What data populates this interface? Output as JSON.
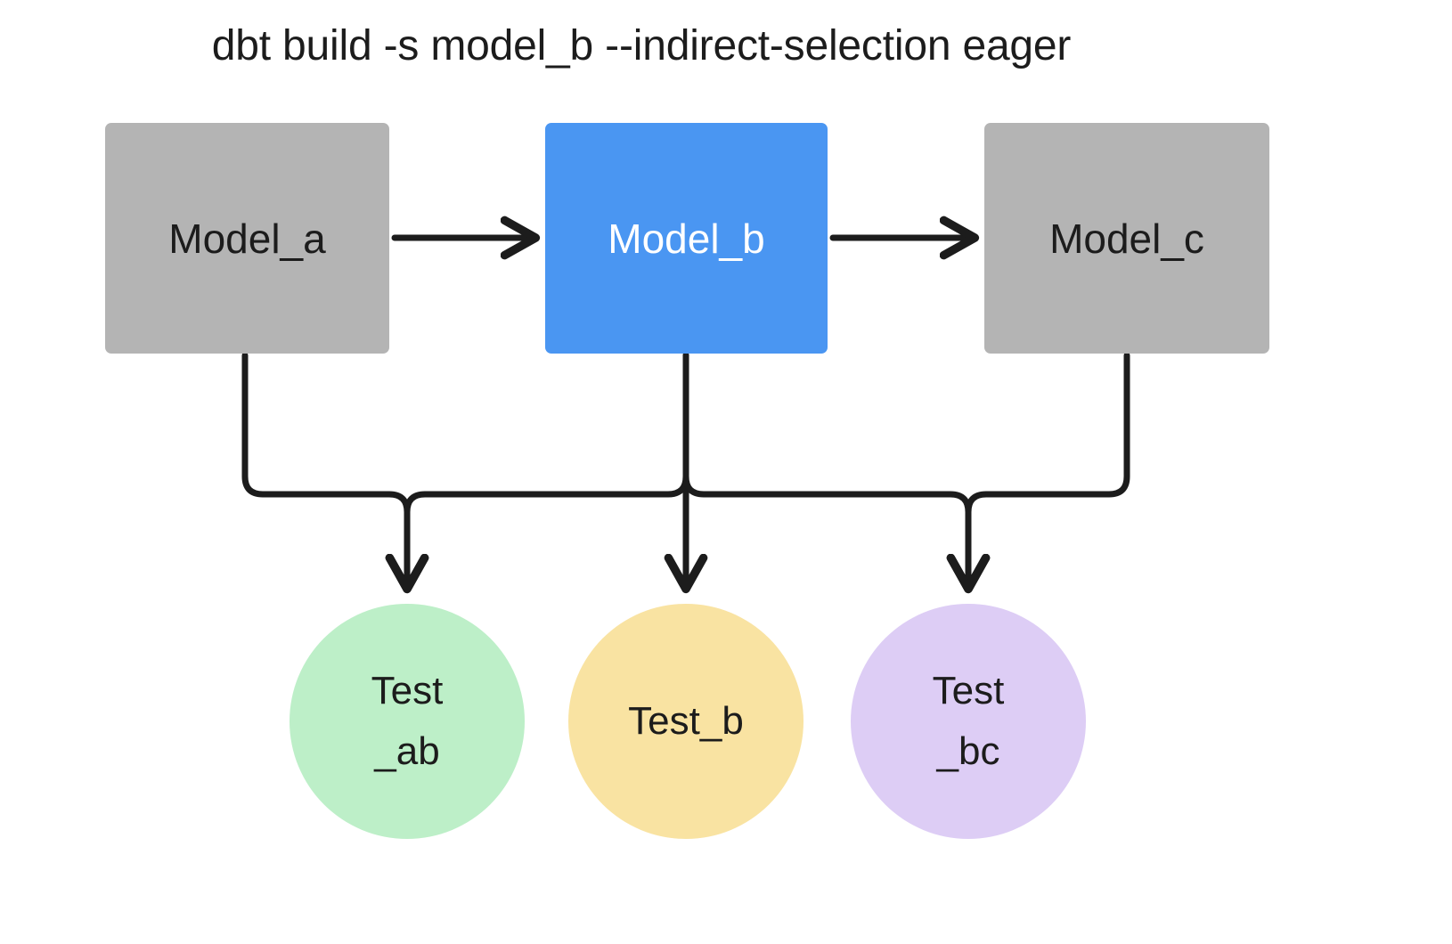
{
  "title": "dbt build -s model_b --indirect-selection eager",
  "colors": {
    "background": "#ffffff",
    "model_default": "#b4b4b4",
    "model_selected": "#4a96f2",
    "test_ab": "#bdefc8",
    "test_b": "#f9e3a2",
    "test_bc": "#ddcdf5",
    "edge": "#1c1c1c",
    "text_dark": "#1c1c1c",
    "text_light": "#ffffff"
  },
  "nodes": {
    "models": [
      {
        "id": "model_a",
        "label": "Model_a",
        "shape": "rectangle",
        "fill": "#b4b4b4",
        "text_color": "#1c1c1c",
        "selected": false
      },
      {
        "id": "model_b",
        "label": "Model_b",
        "shape": "rectangle",
        "fill": "#4a96f2",
        "text_color": "#ffffff",
        "selected": true
      },
      {
        "id": "model_c",
        "label": "Model_c",
        "shape": "rectangle",
        "fill": "#b4b4b4",
        "text_color": "#1c1c1c",
        "selected": false
      }
    ],
    "tests": [
      {
        "id": "test_ab",
        "label": "Test_ab",
        "line1": "Test",
        "line2": "_ab",
        "shape": "circle",
        "fill": "#bdefc8",
        "text_color": "#1c1c1c"
      },
      {
        "id": "test_b",
        "label": "Test_b",
        "line1": "Test_b",
        "line2": "",
        "shape": "circle",
        "fill": "#f9e3a2",
        "text_color": "#1c1c1c"
      },
      {
        "id": "test_bc",
        "label": "Test_bc",
        "line1": "Test",
        "line2": "_bc",
        "shape": "circle",
        "fill": "#ddcdf5",
        "text_color": "#1c1c1c"
      }
    ]
  },
  "edges": [
    {
      "from": "model_a",
      "to": "model_b",
      "style": "straight-arrow"
    },
    {
      "from": "model_b",
      "to": "model_c",
      "style": "straight-arrow"
    },
    {
      "from": "model_a",
      "to": "test_ab",
      "style": "elbow-arrow"
    },
    {
      "from": "model_b",
      "to": "test_ab",
      "style": "elbow-arrow"
    },
    {
      "from": "model_b",
      "to": "test_b",
      "style": "straight-arrow"
    },
    {
      "from": "model_b",
      "to": "test_bc",
      "style": "elbow-arrow"
    },
    {
      "from": "model_c",
      "to": "test_bc",
      "style": "elbow-arrow"
    }
  ]
}
